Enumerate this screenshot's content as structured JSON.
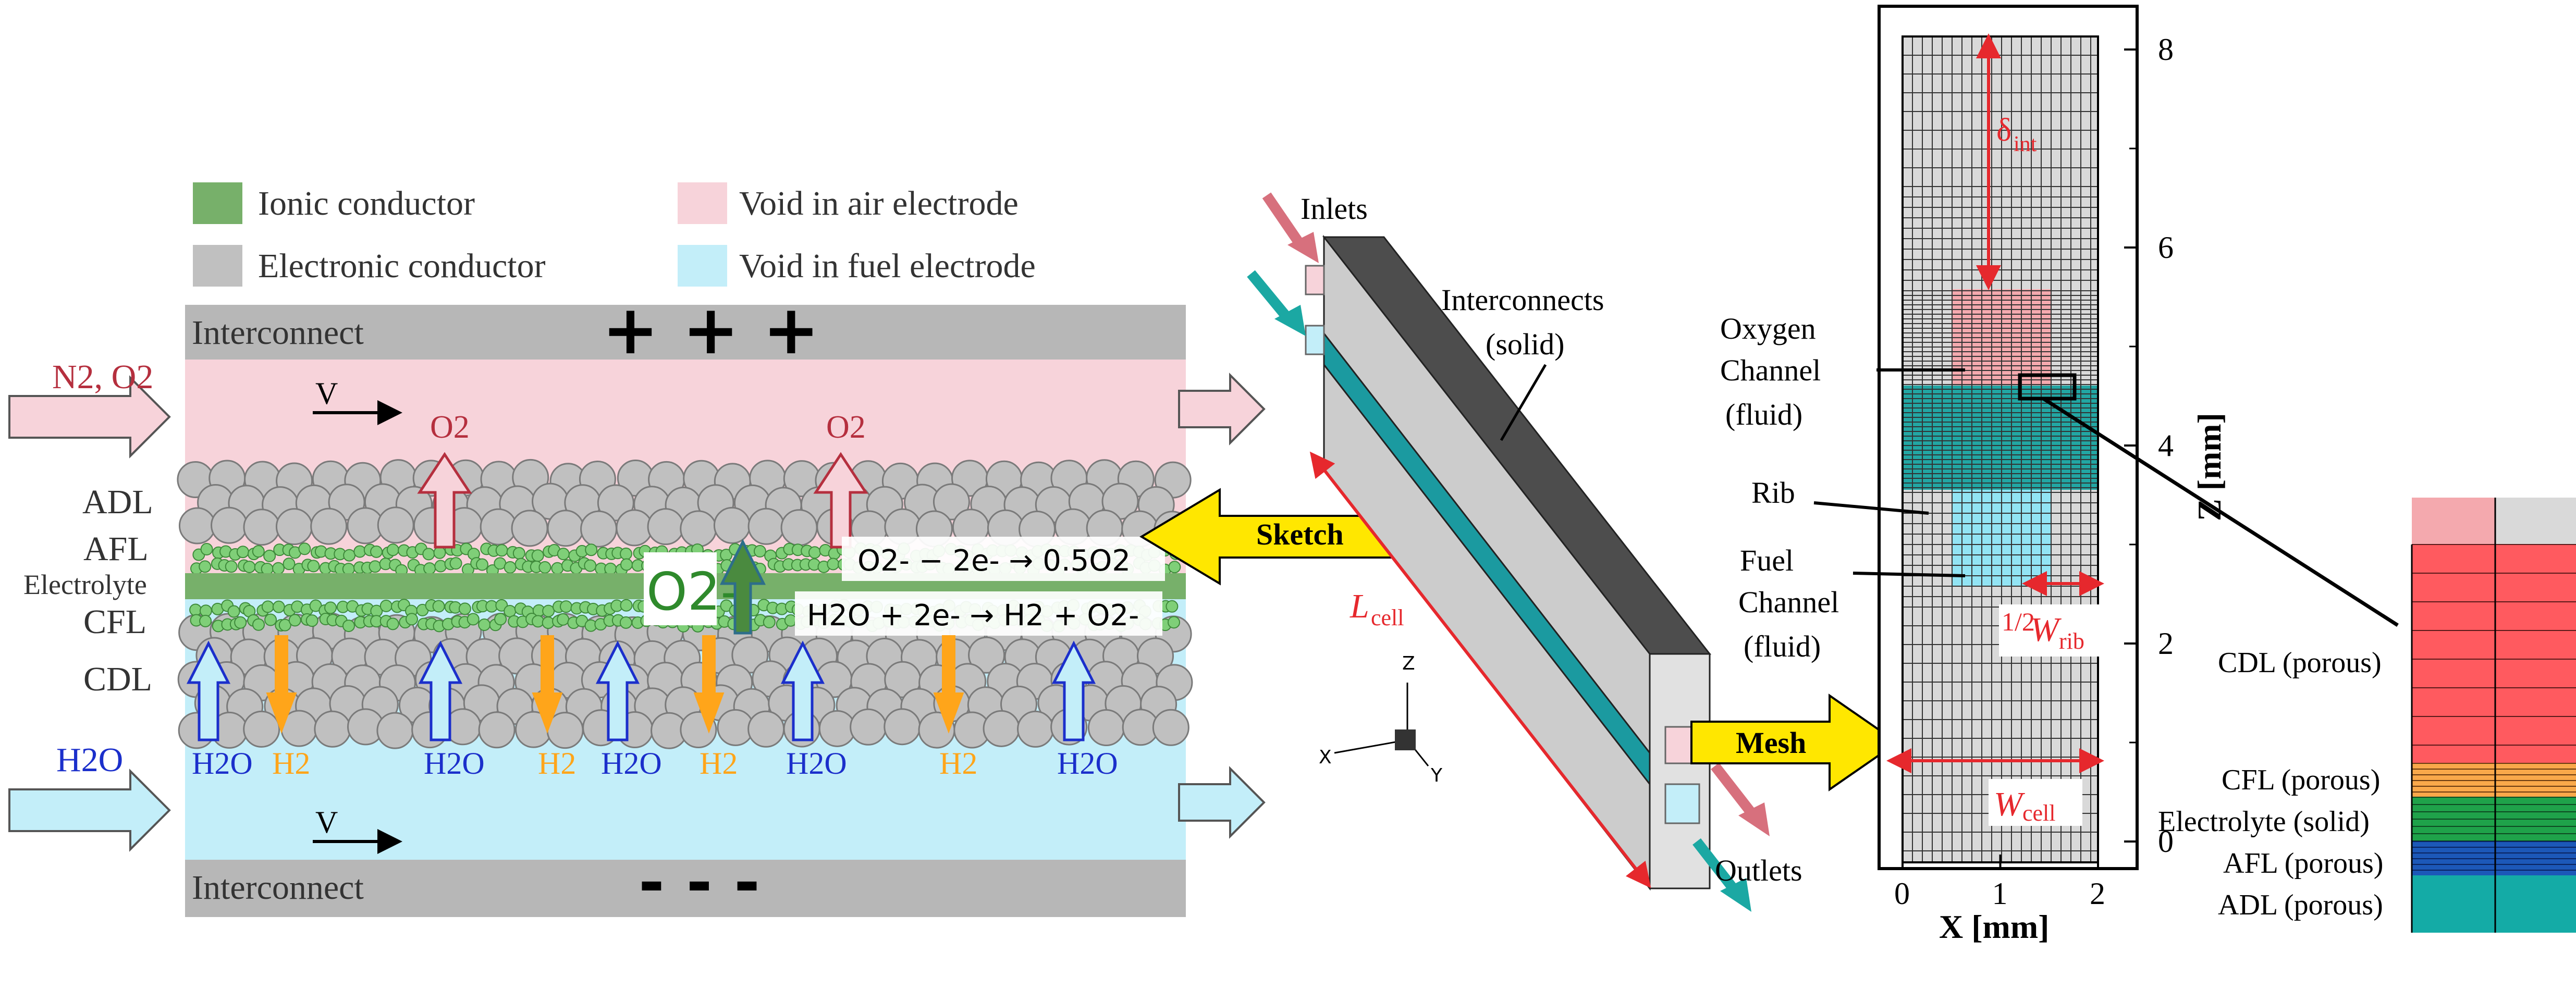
{
  "legend": {
    "ionic": "Ionic conductor",
    "electronic": "Electronic conductor",
    "void_air": "Void in air electrode",
    "void_fuel": "Void in fuel electrode"
  },
  "cell": {
    "interconnect_top": "Interconnect",
    "interconnect_bottom": "Interconnect",
    "plus_signs": "+ + +",
    "minus_signs": "- - -",
    "air_inlet": "N2, O2",
    "fuel_inlet": "H2O",
    "flow_v": "V",
    "o2_label": "O2",
    "o2_ion": "O2-",
    "reaction_air": "O2- − 2e- → 0.5O2",
    "reaction_fuel": "H2O + 2e- → H2 + O2-",
    "h2o": "H2O",
    "h2": "H2"
  },
  "layers_left": {
    "adl": "ADL",
    "afl": "AFL",
    "electrolyte": "Electrolyte",
    "cfl": "CFL",
    "cdl": "CDL"
  },
  "sketch": {
    "arrow_label": "Sketch",
    "inlets": "Inlets",
    "outlets": "Outlets",
    "interconnects": "Interconnects",
    "interconnects_sub": "(solid)",
    "length_label": "L",
    "length_sub": "cell",
    "axis_x": "X",
    "axis_y": "Y",
    "axis_z": "Z"
  },
  "mesh": {
    "arrow_label": "Mesh",
    "delta_label": "δ",
    "delta_sub": "int",
    "oxygen_channel": [
      "Oxygen",
      "Channel",
      "(fluid)"
    ],
    "rib": "Rib",
    "fuel_channel": [
      "Fuel",
      "Channel",
      "(fluid)"
    ],
    "w_rib_frac": "1/2",
    "w_rib_label": "W",
    "w_rib_sub": "rib",
    "w_cell_label": "W",
    "w_cell_sub": "cell",
    "x_axis_title": "X [mm]",
    "z_axis_title": "Z [mm]",
    "x_ticks": [
      "0",
      "1",
      "2"
    ],
    "z_ticks": [
      "0",
      "2",
      "4",
      "6",
      "8"
    ]
  },
  "zoom": {
    "cdl": "CDL (porous)",
    "cfl": "CFL (porous)",
    "electrolyte": "Electrolyte (solid)",
    "afl": "AFL (porous)",
    "adl": "ADL (porous)"
  },
  "colors": {
    "ionic": "#77b06a",
    "electronic": "#c0c0c0",
    "void_air": "#f7d3da",
    "void_fuel": "#c3eef9",
    "interconnect": "#b7b7b7",
    "reaction_red": "#e6282d",
    "arrow_yellow": "#ffe700",
    "teal": "#14a4a0"
  }
}
